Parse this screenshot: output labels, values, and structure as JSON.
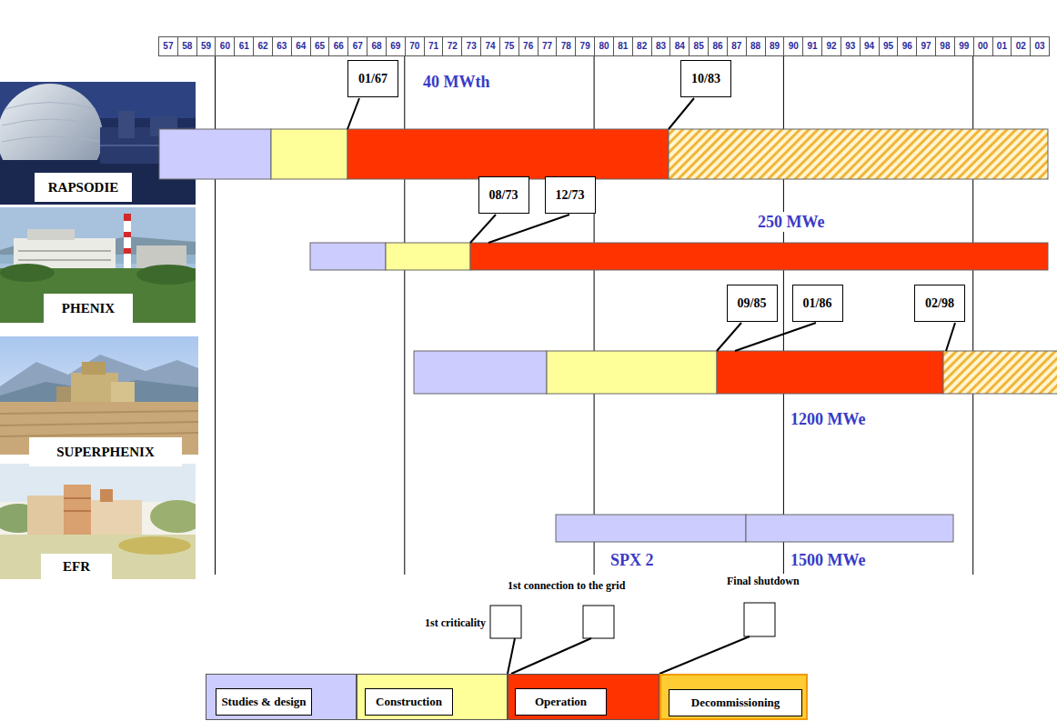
{
  "diagram": {
    "nodes": [
      {
        "text": [
          "01/67"
        ]
      },
      {
        "text": [
          "10/83"
        ]
      },
      {
        "text": [
          "RAPSODIE"
        ]
      },
      {
        "text": [
          "08/73"
        ]
      },
      {
        "text": [
          "12/73"
        ]
      },
      {
        "text": [
          "PHENIX"
        ]
      },
      {
        "text": [
          "09/85"
        ]
      },
      {
        "text": [
          "01/86"
        ]
      },
      {
        "text": [
          "02/98"
        ]
      },
      {
        "text": [
          "SUPERPHENIX"
        ]
      },
      {
        "text": [
          "EFR"
        ]
      }
    ],
    "labels": [
      "57",
      "58",
      "59",
      "60",
      "61",
      "62",
      "63",
      "64",
      "65",
      "66",
      "67",
      "68",
      "69",
      "70",
      "71",
      "72",
      "73",
      "74",
      "75",
      "76",
      "77",
      "78",
      "79",
      "80",
      "81",
      "82",
      "83",
      "84",
      "85",
      "86",
      "87",
      "88",
      "89",
      "90",
      "91",
      "92",
      "93",
      "94",
      "95",
      "96",
      "97",
      "98",
      "99",
      "00",
      "01",
      "02",
      "03",
      "40 MWth",
      "250 MWe",
      "1200 MWe",
      "SPX 2",
      "1500 MWe",
      "1st connection to the grid",
      "Final shutdown",
      "1st criticality"
    ],
    "legend": [
      {
        "text": "Studies & design",
        "color": "#ccccff"
      },
      {
        "text": "Construction",
        "color": "#ffff99"
      },
      {
        "text": "Operation",
        "color": "#ff3300"
      },
      {
        "text": "Decommissioning",
        "color": "#ffcc33"
      }
    ]
  }
}
